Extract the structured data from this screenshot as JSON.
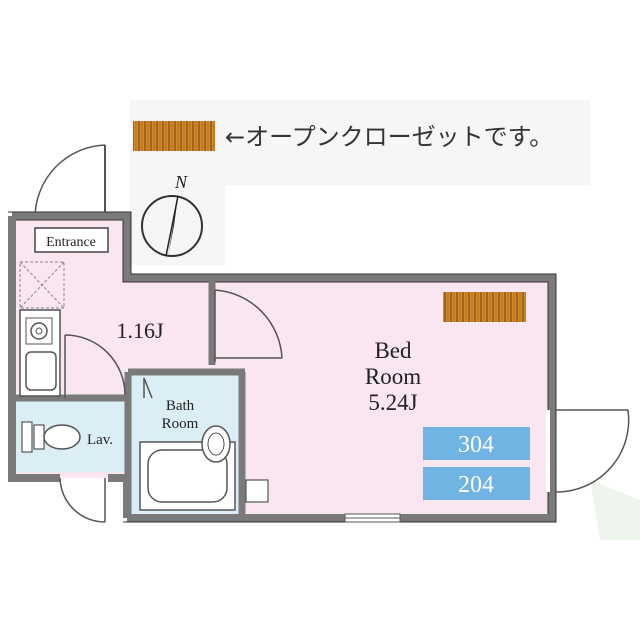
{
  "legend": {
    "text": "←オープンクローゼットです。",
    "swatch_color": "#c8862a"
  },
  "compass": {
    "north_label": "N"
  },
  "rooms": {
    "entrance": "Entrance",
    "kitchen": "1.16J",
    "bedroom_line1": "Bed",
    "bedroom_line2": "Room",
    "bedroom_size": "5.24J",
    "bath_line1": "Bath",
    "bath_line2": "Room",
    "lav": "Lav."
  },
  "units": [
    {
      "label": "304"
    },
    {
      "label": "204"
    }
  ],
  "colors": {
    "wall": "#7a7a7a",
    "floor_pink": "#f9e6f0",
    "wet_blue": "#dbeef6",
    "unit_badge": "#6fb4e3"
  }
}
